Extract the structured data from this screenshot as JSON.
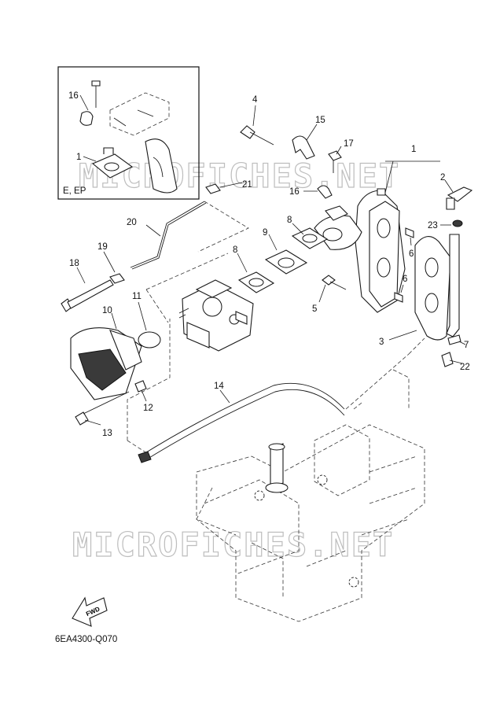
{
  "diagram_code": "6EA4300-Q070",
  "inset_variant_label": "E, EP",
  "fwd_label": "FWD",
  "watermark_text": "MICROFICHES.NET",
  "callouts": {
    "c1_main": "1",
    "c1_inset": "1",
    "c2": "2",
    "c3": "3",
    "c4": "4",
    "c5": "5",
    "c6_upper": "6",
    "c6_lower": "6",
    "c7": "7",
    "c8_upper": "8",
    "c8_lower": "8",
    "c9": "9",
    "c10": "10",
    "c11": "11",
    "c12": "12",
    "c13": "13",
    "c14": "14",
    "c15": "15",
    "c16_main": "16",
    "c16_inset": "16",
    "c17": "17",
    "c18": "18",
    "c19": "19",
    "c20": "20",
    "c21": "21",
    "c22": "22",
    "c23": "23"
  }
}
